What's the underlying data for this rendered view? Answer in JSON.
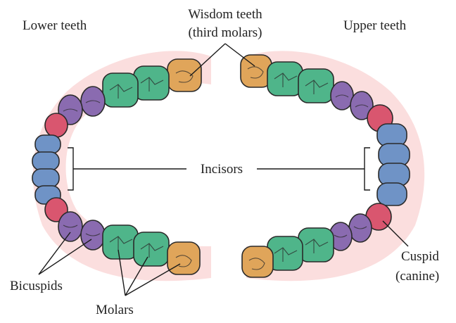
{
  "labels": {
    "lower_teeth": "Lower teeth",
    "upper_teeth": "Upper teeth",
    "wisdom_line1": "Wisdom teeth",
    "wisdom_line2": "(third molars)",
    "incisors": "Incisors",
    "bicuspids": "Bicuspids",
    "molars": "Molars",
    "cuspid_line1": "Cuspid",
    "cuspid_line2": "(canine)"
  },
  "colors": {
    "incisor": "#6f93c6",
    "cuspid": "#d9566f",
    "bicuspid": "#8a6bb0",
    "molar": "#4fb58a",
    "wisdom": "#e0a55a",
    "gum": "#f6c9c9"
  }
}
